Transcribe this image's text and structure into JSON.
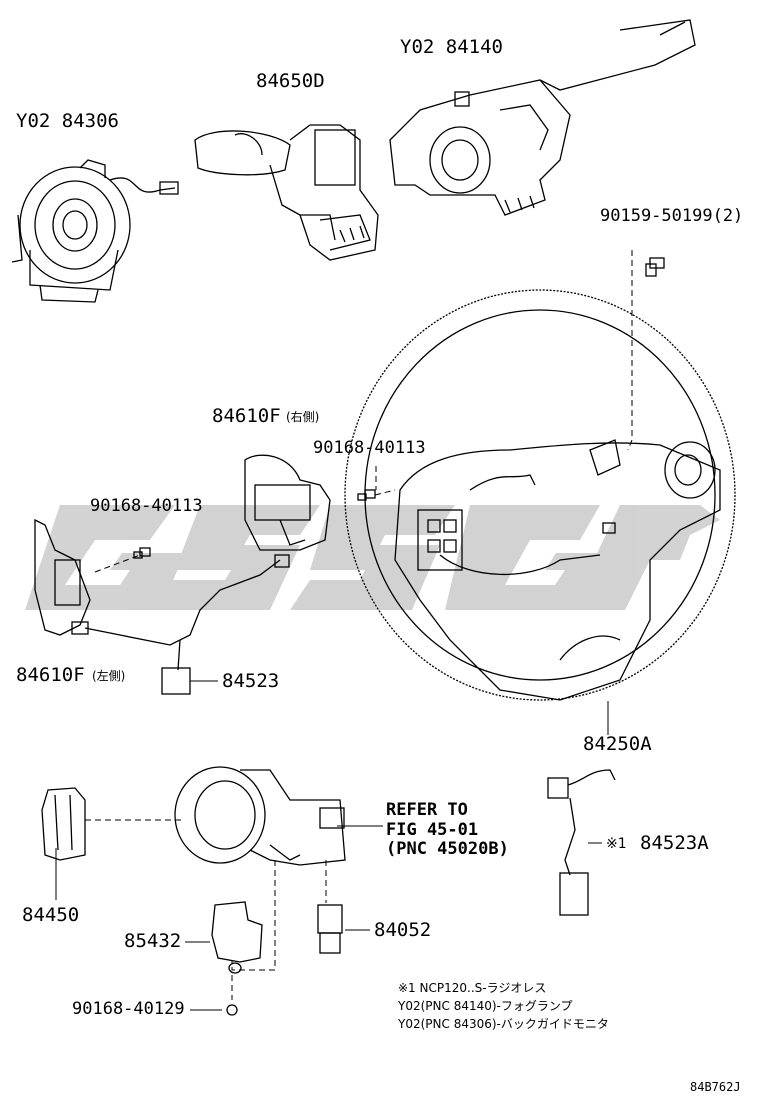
{
  "parts": {
    "p_84306": "Y02 84306",
    "p_84650d": "84650D",
    "p_84140": "Y02 84140",
    "p_90159": "90159-50199(2)",
    "p_84610f_r": "84610F",
    "p_84610f_r_side": "(右側)",
    "p_90168_r": "90168-40113",
    "p_90168_l": "90168-40113",
    "p_84610f_l": "84610F",
    "p_84610f_l_side": "(左側)",
    "p_84523": "84523",
    "p_84250a": "84250A",
    "p_84450": "84450",
    "p_85432": "85432",
    "p_84052": "84052",
    "p_90168_40129": "90168-40129",
    "p_84523a": "84523A",
    "p_84523a_mark": "※1"
  },
  "refer": {
    "line1": "REFER TO",
    "line2": "FIG 45-01",
    "line3": "(PNC 45020B)"
  },
  "notes": {
    "n1": "※1 NCP120..S-ラジオレス",
    "n2": "Y02(PNC 84140)-フォグランプ",
    "n3": "Y02(PNC 84306)-バックガイドモニタ"
  },
  "diagram_code": "84B762J",
  "colors": {
    "line": "#000000",
    "watermark": "#c8c8c8"
  }
}
